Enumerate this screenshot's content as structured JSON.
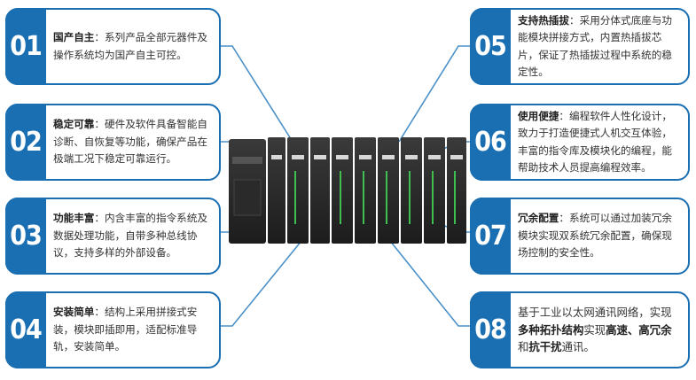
{
  "features": [
    {
      "num": "01",
      "title": "国产自主",
      "desc": "系列产品全部元器件及操作系统均为国产自主可控。"
    },
    {
      "num": "02",
      "title": "稳定可靠",
      "desc": "硬件及软件具备智能自诊断、自恢复等功能，确保产品在极端工况下稳定可靠运行。"
    },
    {
      "num": "03",
      "title": "功能丰富",
      "desc": "内含丰富的指令系统及数据处理功能，自带多种总线协议，支持多样的外部设备。"
    },
    {
      "num": "04",
      "title": "安装简单",
      "desc": "结构上采用拼接式安装，模块即插即用，适配标准导轨，安装简单。"
    },
    {
      "num": "05",
      "title": "支持热插拔",
      "desc": "采用分体式底座与功能模块拼接方式，内置热插拔芯片，保证了热插拔过程中系统的稳定性。"
    },
    {
      "num": "06",
      "title": "使用便捷",
      "desc": "编程软件人性化设计，致力于打造便捷式人机交互体验，丰富的指令库及模块化的编程，能帮助技术人员提高编程效率。"
    },
    {
      "num": "07",
      "title": "冗余配置",
      "desc": "系统可以通过加装冗余模块实现双系统冗余配置，确保现场控制的安全性。"
    },
    {
      "num": "08",
      "p1": "基于工业以太网通讯网络，实现",
      "b1": "多种拓扑结构",
      "p2": "实现",
      "b2": "高速、高冗余",
      "p3": "和",
      "b3": "抗干扰",
      "p4": "通讯。"
    }
  ],
  "colors": {
    "accent": "#1a6fb3",
    "line": "#4a90c8"
  }
}
